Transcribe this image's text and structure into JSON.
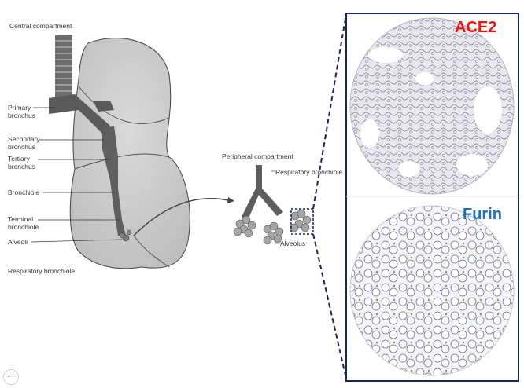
{
  "lung_labels": {
    "central_compartment": "Central compartment",
    "primary_bronchus": "Primary\nbronchus",
    "secondary_bronchus": "Secondary\nbronchus",
    "tertiary_bronchus": "Tertiary\nbronchus",
    "bronchiole": "Bronchiole",
    "terminal_bronchiole": "Terminal\nbronchiole",
    "alveoli": "Alveoli",
    "respiratory_bronchiole_cut": "Respiratory bronchiole"
  },
  "peripheral_labels": {
    "peripheral_compartment": "Peripheral compartment",
    "respiratory_bronchiole": "Respiratory bronchiole",
    "alveolus": "Alveolus"
  },
  "panels": {
    "top_label": "ACE2",
    "bottom_label": "Furin"
  },
  "colors": {
    "ace2": "#e8160f",
    "furin": "#1f6fc0",
    "frame": "#1a2557",
    "dashed": "#1a2557"
  }
}
